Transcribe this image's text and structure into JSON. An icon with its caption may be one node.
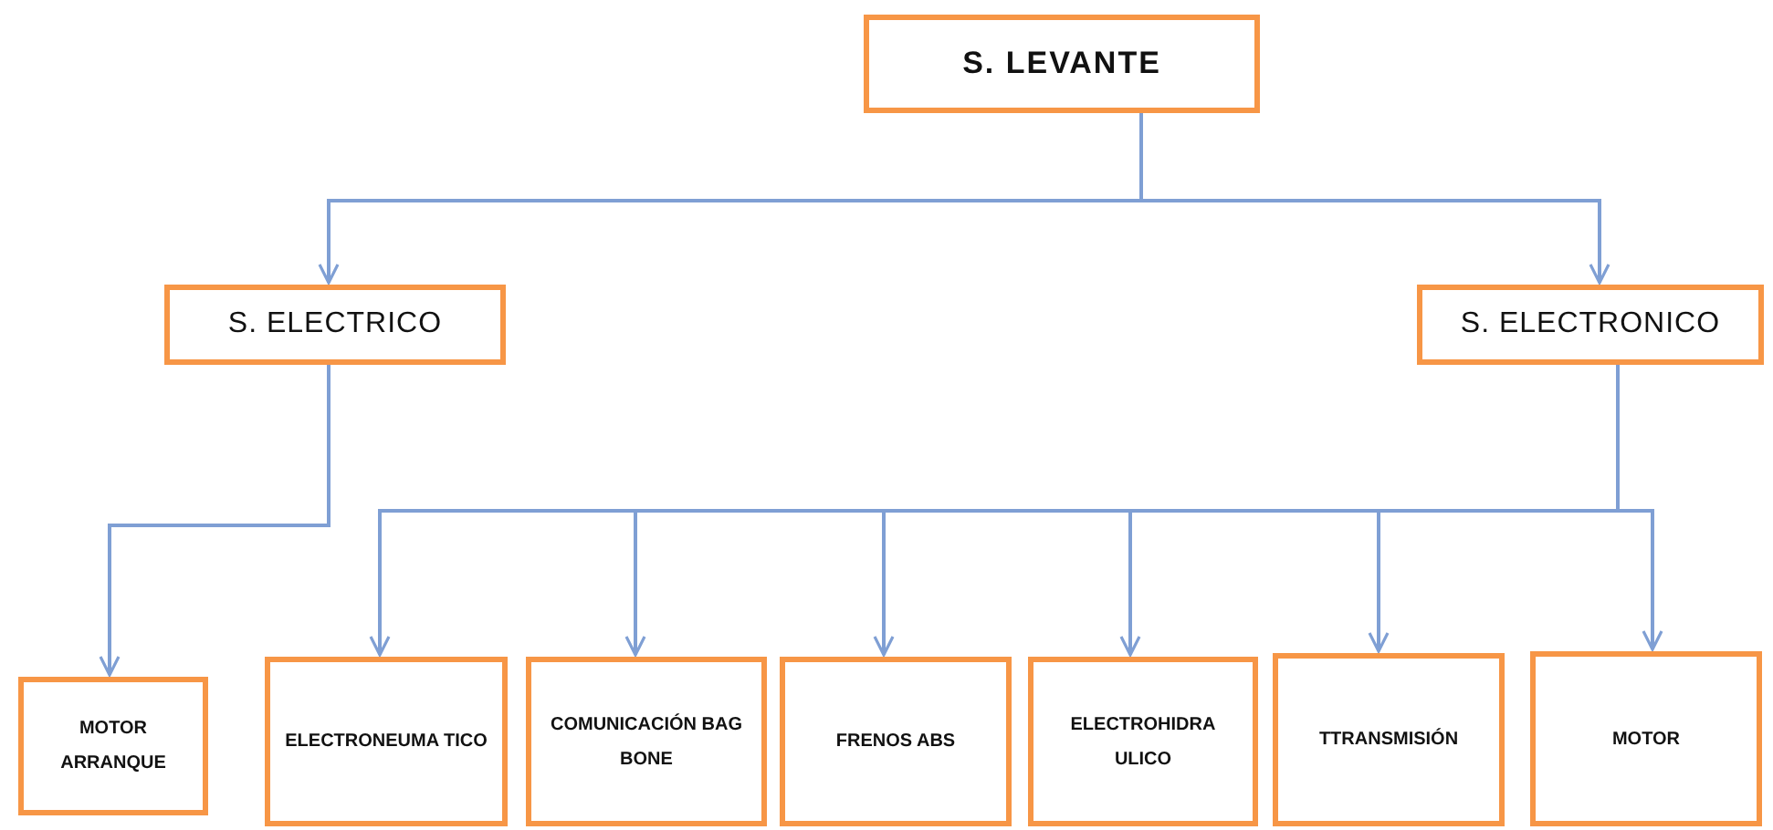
{
  "diagram": {
    "nodes": [
      {
        "text": [
          "S. LEVANTE"
        ]
      },
      {
        "text": [
          "S. ELECTRICO"
        ]
      },
      {
        "text": [
          "S. ELECTRONICO"
        ]
      },
      {
        "text": [
          "MOTOR ARRANQUE"
        ]
      },
      {
        "text": [
          "ELECTRONEUMA TICO"
        ]
      },
      {
        "text": [
          "COMUNICACIÓN BAG BONE"
        ]
      },
      {
        "text": [
          "FRENOS ABS"
        ]
      },
      {
        "text": [
          "ELECTROHIDRA ULICO"
        ]
      },
      {
        "text": [
          "TTRANSMISIÓN"
        ]
      },
      {
        "text": [
          "MOTOR"
        ]
      }
    ],
    "edges": [
      {
        "from": 0,
        "to": 1,
        "arrow": "to"
      },
      {
        "from": 0,
        "to": 2,
        "arrow": "to"
      },
      {
        "from": 1,
        "to": 3,
        "arrow": "to"
      },
      {
        "from": 2,
        "to": 4,
        "arrow": "to"
      },
      {
        "from": 2,
        "to": 5,
        "arrow": "to"
      },
      {
        "from": 2,
        "to": 6,
        "arrow": "to"
      },
      {
        "from": 2,
        "to": 7,
        "arrow": "to"
      },
      {
        "from": 2,
        "to": 8,
        "arrow": "to"
      },
      {
        "from": 2,
        "to": 9,
        "arrow": "to"
      }
    ]
  }
}
